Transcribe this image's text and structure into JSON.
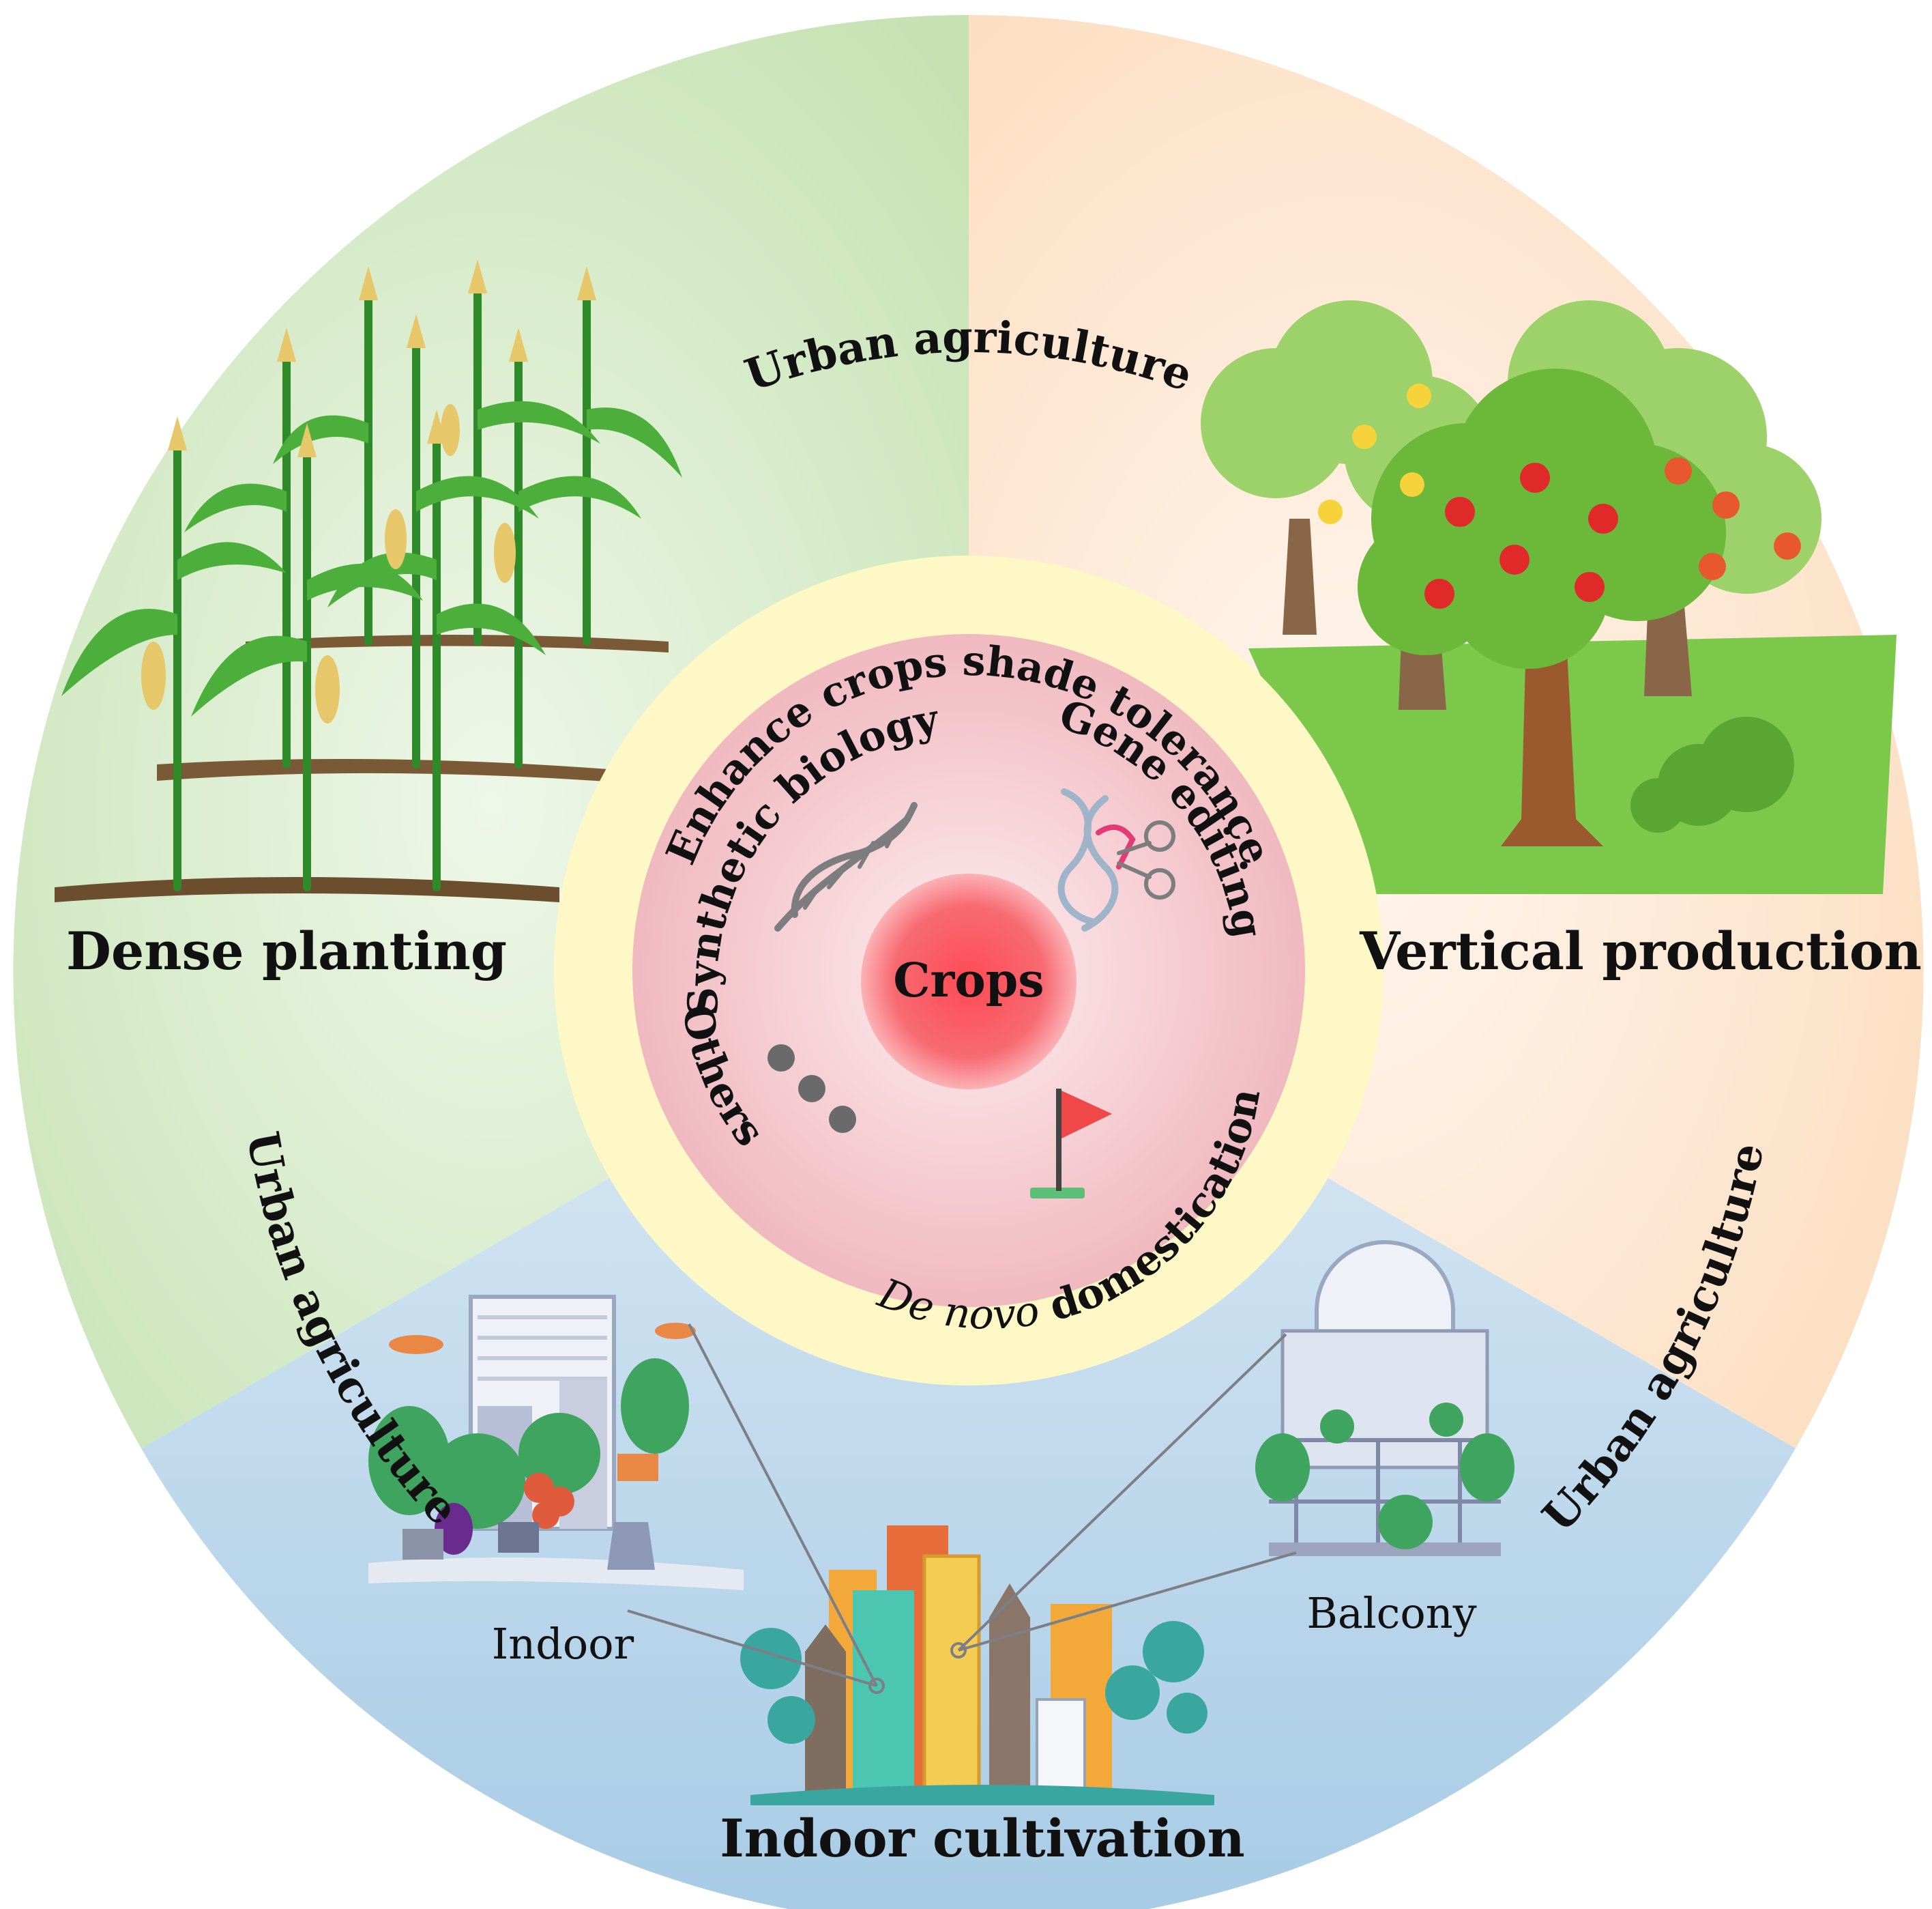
{
  "outer_ring": {
    "urban_top": "Urban agriculture",
    "urban_left": "Urban agriculture",
    "urban_right": "Urban agriculture",
    "dense_planting": "Dense planting",
    "vertical_production": "Vertical production",
    "indoor_cultivation": "Indoor cultivation",
    "indoor": "Indoor",
    "balcony": "Balcony"
  },
  "middle_ring": {
    "enhance": "Enhance crops shade tolerance"
  },
  "inner_disc": {
    "synthetic_biology": "Synthetic biology",
    "gene_editing": "Gene editing",
    "others": "Others",
    "de_novo": "De novo",
    "domestication": "domestication",
    "crops": "Crops"
  },
  "colors": {
    "green_sector": "#cfe6c0",
    "orange_sector": "#fde3c8",
    "blue_sector": "#bcd8ec",
    "yellow_ring": "#fdf8c6",
    "pink_disc": "#f2c0c6",
    "crops_core": "#f44a55",
    "outline": "#1f2a37"
  },
  "icons": [
    "corn-field-icon",
    "fruit-trees-icon",
    "dna-icon",
    "gene-scissors-icon",
    "dots-icon",
    "flag-icon",
    "indoor-plants-icon",
    "balcony-icon",
    "city-buildings-icon"
  ]
}
